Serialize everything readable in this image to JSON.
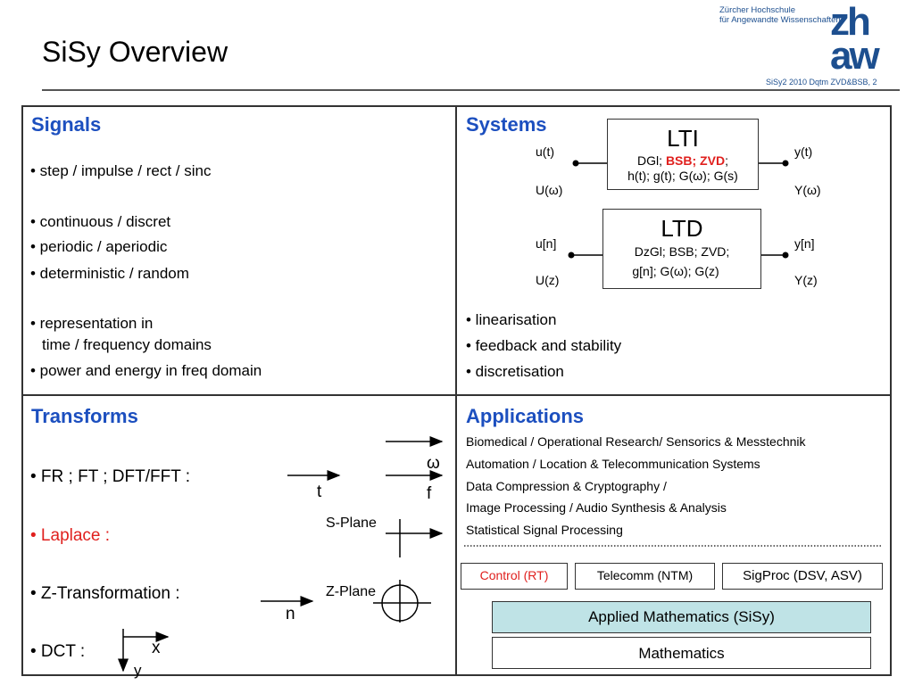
{
  "title": "SiSy Overview",
  "logo": {
    "line1": "Zürcher Hochschule",
    "line2": "für Angewandte Wissenschaften",
    "zh": "zh",
    "aw": "aw"
  },
  "slide_ref": "SiSy2 2010 Dqtm ZVD&BSB, 2",
  "signals": {
    "heading": "Signals",
    "items": [
      "• step / impulse / rect / sinc",
      "• continuous / discret",
      "• periodic / aperiodic",
      "• deterministic / random",
      "• representation in",
      "time / frequency domains",
      "• power and energy in freq domain"
    ]
  },
  "systems": {
    "heading": "Systems",
    "lti": {
      "label": "LTI",
      "line1_a": "DGl; ",
      "line1_red": "BSB; ZVD",
      "line1_b": ";",
      "line2": "h(t); g(t); G(ω); G(s)",
      "in1": "u(t)",
      "in2": "U(ω)",
      "out1": "y(t)",
      "out2": "Y(ω)"
    },
    "ltd": {
      "label": "LTD",
      "line1": "DzGl; BSB; ZVD;",
      "line2": "g[n]; G(ω); G(z)",
      "in1": "u[n]",
      "in2": "U(z)",
      "out1": "y[n]",
      "out2": "Y(z)"
    },
    "items": [
      "• linearisation",
      "• feedback and stability",
      "• discretisation"
    ]
  },
  "transforms": {
    "heading": "Transforms",
    "fr": "• FR ; FT ; DFT/FFT :",
    "laplace": "• Laplace :",
    "z": "• Z-Transformation :",
    "dct": "• DCT :",
    "t": "t",
    "omega": "ω",
    "f": "f",
    "s_plane": "S-Plane",
    "z_plane": "Z-Plane",
    "n": "n",
    "x": "x",
    "y": "y"
  },
  "applications": {
    "heading": "Applications",
    "items": [
      "Biomedical / Operational Research/ Sensorics & Messtechnik",
      "Automation / Location & Telecommunication Systems",
      "Data Compression & Cryptography /",
      "Image Processing / Audio Synthesis & Analysis",
      "Statistical Signal Processing"
    ],
    "control": "Control (RT)",
    "telecomm": "Telecomm (NTM)",
    "sigproc": "SigProc (DSV, ASV)",
    "applied": "Applied Mathematics (SiSy)",
    "math": "Mathematics"
  },
  "colors": {
    "heading": "#1c4fbf",
    "accent_red": "#e0201e",
    "logo": "#1d4f8f",
    "applied_fill": "#bfe3e6"
  }
}
